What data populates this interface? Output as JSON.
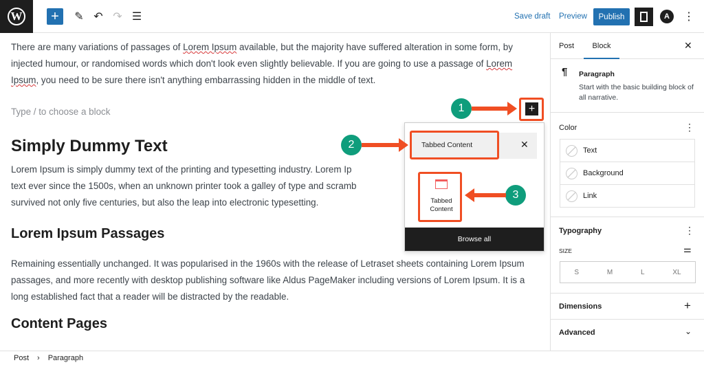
{
  "toolbar": {
    "save_draft": "Save draft",
    "preview": "Preview",
    "publish": "Publish",
    "astra_letter": "A",
    "logo": "W"
  },
  "content": {
    "para1": [
      "There are many variations of passages of ",
      "Lorem Ipsum",
      " available, but the majority have suffered alteration in some form, by injected humour, or randomised words which don't look even slightly believable. If you are going to use a passage of ",
      "Lorem Ipsum",
      ", you need to be sure there isn't anything embarrassing hidden in the middle of text."
    ],
    "placeholder": "Type / to choose a block",
    "heading1": "Simply Dummy Text",
    "para2_lines": [
      "Lorem Ipsum is simply dummy text of the printing and typesetting industry. Lorem Ip",
      "text ever since the 1500s, when an unknown printer took a galley of type and scramb",
      "survived not only five centuries, but also the leap into electronic typesetting."
    ],
    "heading2": "Lorem Ipsum Passages",
    "para3": "Remaining essentially unchanged. It was popularised in the 1960s with the release of Letraset sheets containing Lorem Ipsum passages, and more recently with desktop publishing software like Aldus PageMaker including versions of Lorem Ipsum. It is a long established fact that a reader will be distracted by the readable.",
    "heading3": "Content Pages"
  },
  "inserter": {
    "search_value": "Tabbed Content",
    "result_label": "Tabbed Content",
    "browse_all": "Browse all"
  },
  "annotations": {
    "step1": "1",
    "step2": "2",
    "step3": "3",
    "color": "#f04e23",
    "badge_color": "#0f9d7c"
  },
  "sidebar": {
    "tabs": [
      {
        "label": "Post"
      },
      {
        "label": "Block",
        "active": true
      }
    ],
    "block": {
      "icon": "¶",
      "name": "Paragraph",
      "description": "Start with the basic building block of all narrative."
    },
    "color": {
      "title": "Color",
      "items": [
        "Text",
        "Background",
        "Link"
      ]
    },
    "typography": {
      "title": "Typography",
      "size_label": "SIZE",
      "sizes": [
        "S",
        "M",
        "L",
        "XL"
      ]
    },
    "dimensions": "Dimensions",
    "advanced": "Advanced"
  },
  "status": {
    "breadcrumb": [
      "Post",
      "Paragraph"
    ]
  },
  "colors": {
    "accent": "#2271b1",
    "dark": "#1e1e1e"
  }
}
